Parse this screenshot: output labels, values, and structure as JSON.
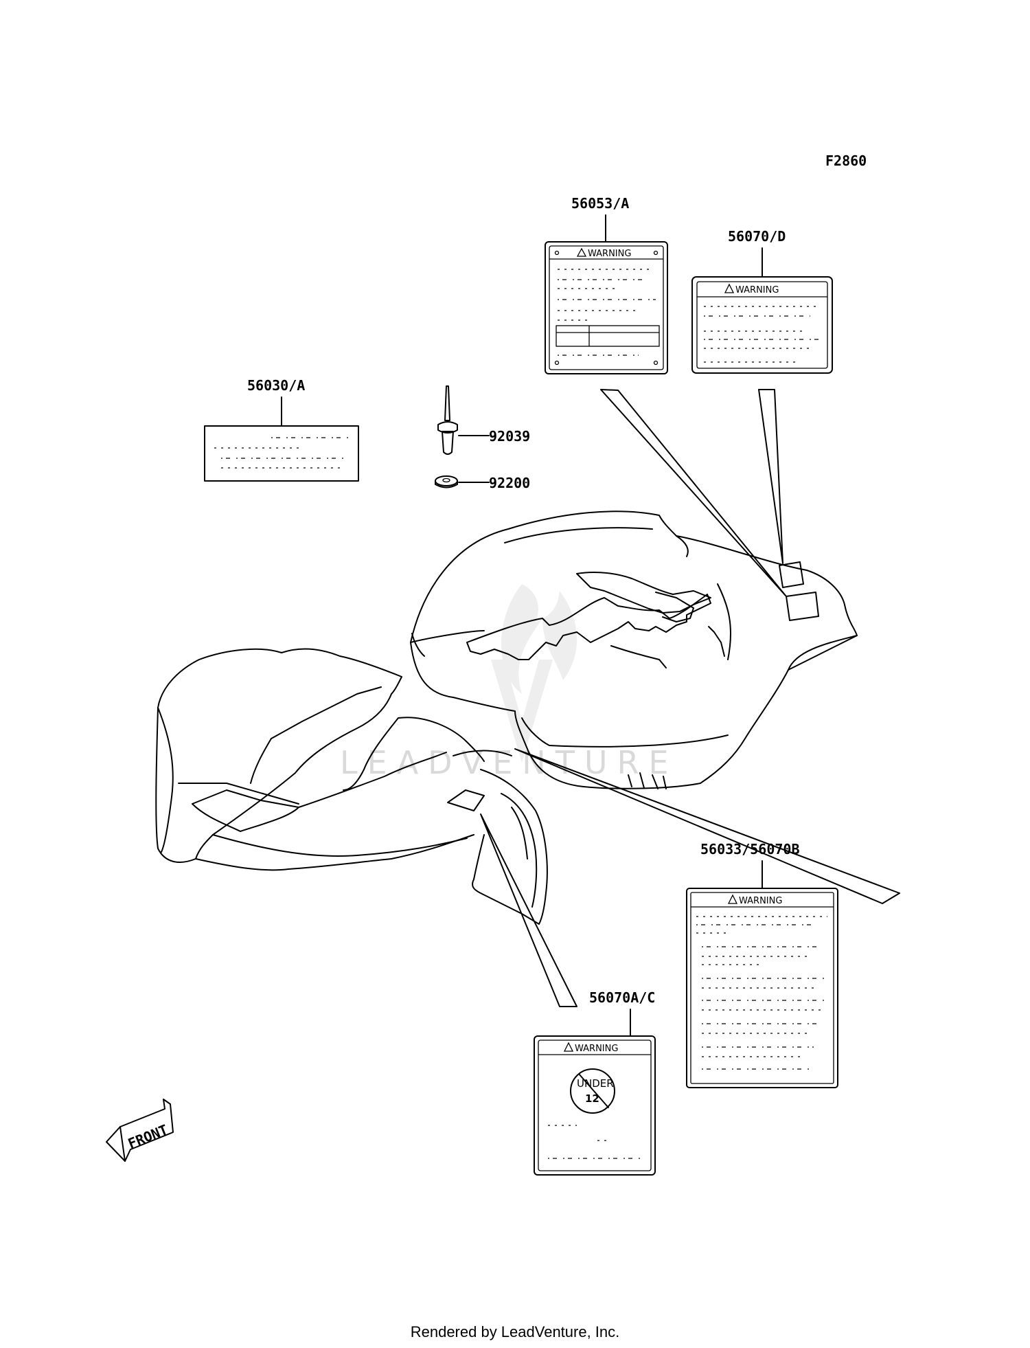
{
  "figure_code": "F2860",
  "parts": [
    {
      "id": "p56053",
      "number": "56053/A"
    },
    {
      "id": "p56070d",
      "number": "56070/D"
    },
    {
      "id": "p56030",
      "number": "56030/A"
    },
    {
      "id": "p92039",
      "number": "92039"
    },
    {
      "id": "p92200",
      "number": "92200"
    },
    {
      "id": "p56033",
      "number": "56033/56070B"
    },
    {
      "id": "p56070ac",
      "number": "56070A/C"
    }
  ],
  "labels": {
    "warning": "WARNING",
    "under_text": "UNDER",
    "under_age": "12",
    "front": "FRONT"
  },
  "watermark": "LEADVENTURE",
  "footer": "Rendered by LeadVenture, Inc."
}
